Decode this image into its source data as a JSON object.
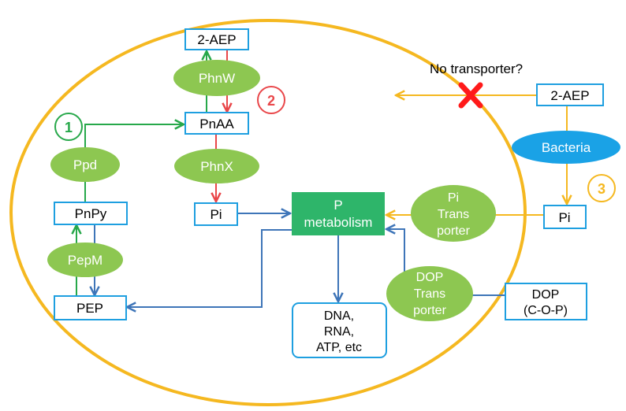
{
  "labels": {
    "aep_in": "2-AEP",
    "phnw": "PhnW",
    "pnaa": "PnAA",
    "phnx": "PhnX",
    "pi_in": "Pi",
    "ppd": "Ppd",
    "pnpy": "PnPy",
    "pepm": "PepM",
    "pep": "PEP",
    "p_metab_1": "P",
    "p_metab_2": "metabolism",
    "dna_1": "DNA,",
    "dna_2": "RNA,",
    "dna_3": "ATP, etc",
    "no_transporter": "No transporter?",
    "aep_out": "2-AEP",
    "bacteria": "Bacteria",
    "pi_out": "Pi",
    "pi_tr_1": "Pi",
    "pi_tr_2": "Trans",
    "pi_tr_3": "porter",
    "dop_tr_1": "DOP",
    "dop_tr_2": "Trans",
    "dop_tr_3": "porter",
    "dop_1": "DOP",
    "dop_2": "(C-O-P)"
  },
  "pathway_numbers": {
    "one": "1",
    "two": "2",
    "three": "3"
  },
  "colors": {
    "cell_boundary": "#F5B820",
    "box_border": "#1E9FE0",
    "enzyme_fill": "#8DC751",
    "metabolism_fill": "#2EB56A",
    "bacteria_fill": "#1AA2E6",
    "green_arrow": "#27A84A",
    "red_arrow": "#E9474A",
    "blue_arrow": "#3E75B8",
    "yellow_arrow": "#F5B820",
    "cross": "#FF1A1A"
  }
}
